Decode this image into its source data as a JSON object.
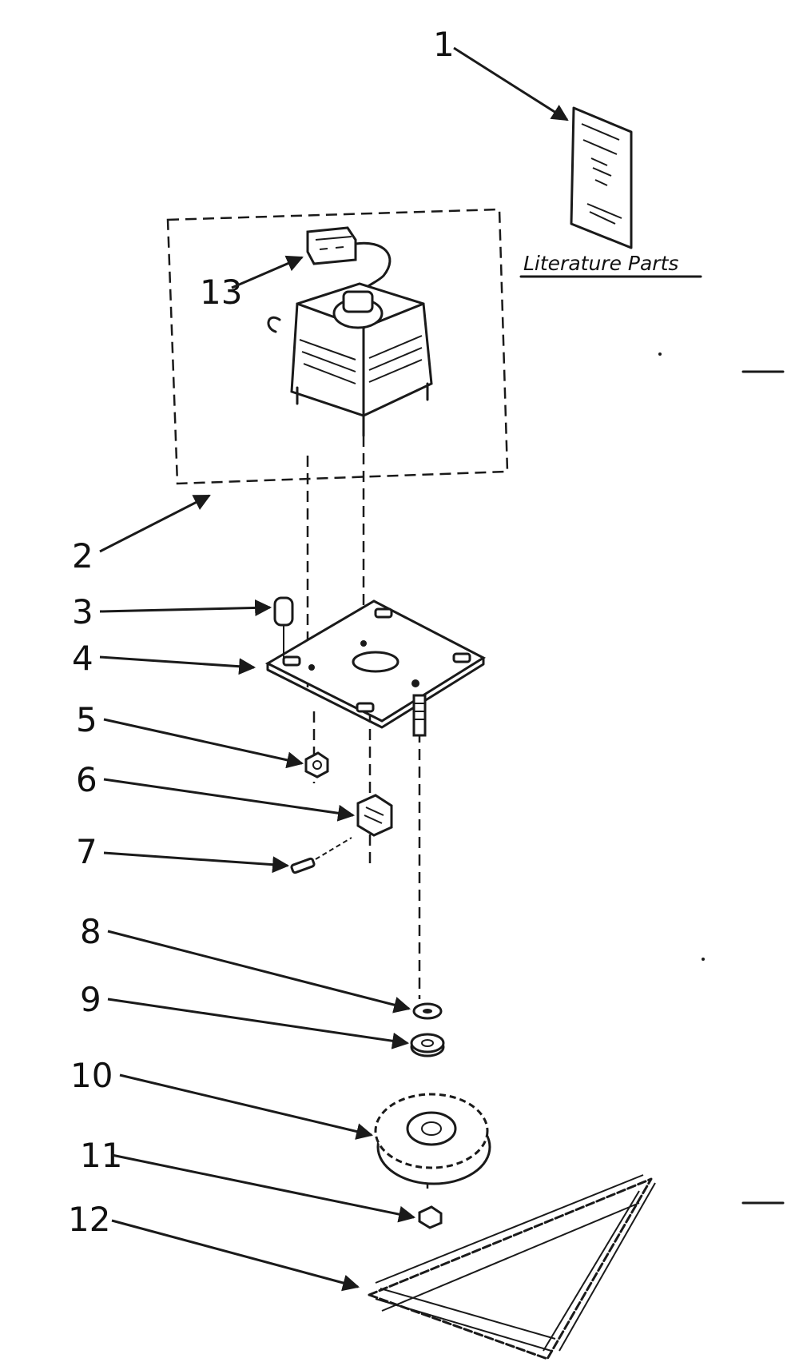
{
  "labels": {
    "p1": "1",
    "p2": "2",
    "p3": "3",
    "p4": "4",
    "p5": "5",
    "p6": "6",
    "p7": "7",
    "p8": "8",
    "p9": "9",
    "p10": "10",
    "p11": "11",
    "p12": "12",
    "p13": "13"
  },
  "literature_caption": "Literature Parts"
}
